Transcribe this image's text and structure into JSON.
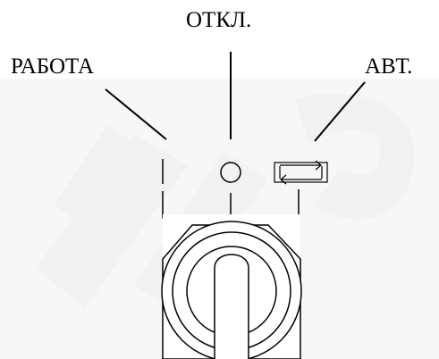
{
  "labels": {
    "work": "РАБОТА",
    "off": "ОТКЛ.",
    "auto": "АВТ."
  },
  "colors": {
    "background": "#ffffff",
    "watermark": "#f2f2f2",
    "line": "#000000"
  },
  "icons": {
    "work_position": "vertical-line-icon",
    "off_position": "circle-icon",
    "auto_position": "cycle-arrows-icon",
    "selector": "rotary-selector-switch"
  }
}
